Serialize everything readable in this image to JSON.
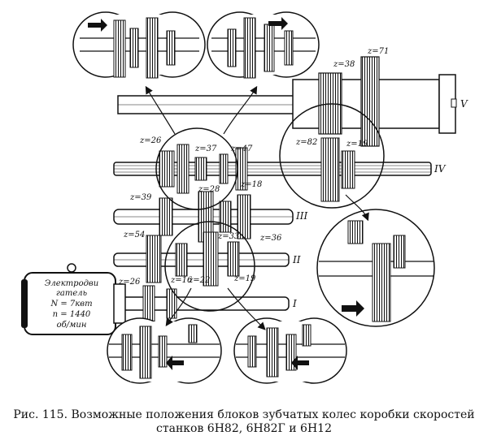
{
  "figure": {
    "caption_line1": "Рис. 115. Возможные положения блоков зубчатых колес коробки скоростей",
    "caption_line2": "станков 6Н82, 6Н82Г и 6Н12"
  },
  "motor": {
    "line1": "Электродви",
    "line2": "гатель",
    "line3": "N = 7квт",
    "line4": "n = 1440",
    "line5": "об/мин"
  },
  "shafts": {
    "i": "I",
    "ii": "II",
    "iii": "III",
    "iv": "IV",
    "v": "V"
  },
  "gear_labels": {
    "z26_top": "z=26",
    "z37": "z=37",
    "z47": "z=47",
    "z28": "z=28",
    "z18": "z=18",
    "z39": "z=39",
    "z54": "z=54",
    "z33": "z=33",
    "z36": "z=36",
    "z26_bottom": "z=26",
    "z16": "z=16",
    "z22": "z=22",
    "z19_bottom": "z=19",
    "z38": "z=38",
    "z71": "z=71",
    "z82": "z=82",
    "z19_right": "z=19"
  },
  "colors": {
    "ink": "#111111",
    "paper": "#ffffff"
  }
}
